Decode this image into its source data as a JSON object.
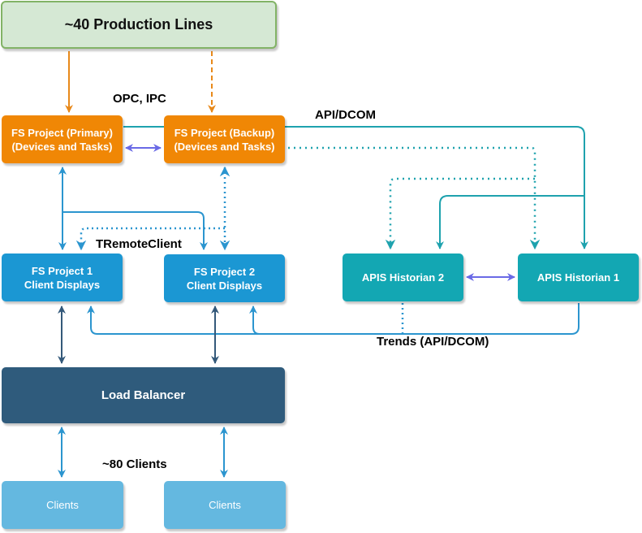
{
  "diagram": {
    "colors": {
      "production": "#d5e8d4",
      "production_border": "#82b366",
      "fs_project": "#f08705",
      "client_display": "#1b97d3",
      "historian": "#13a7b3",
      "load_balancer": "#2f5b7c",
      "clients": "#64b8e0",
      "edge_orange": "#e8891a",
      "edge_teal": "#1ea2ae",
      "edge_blue": "#2b95cf",
      "edge_dark": "#34597a",
      "edge_purple": "#6a6ae6"
    },
    "nodes": {
      "production": "~40 Production Lines",
      "fs_primary": "FS Project (Primary)\n(Devices and Tasks)",
      "fs_backup": "FS Project (Backup)\n(Devices and Tasks)",
      "client_display_1": "FS Project 1\nClient Displays",
      "client_display_2": "FS Project 2\nClient Displays",
      "historian_2": "APIS Historian 2",
      "historian_1": "APIS Historian 1",
      "load_balancer": "Load Balancer",
      "clients_a": "Clients",
      "clients_b": "Clients"
    },
    "labels": {
      "opc_ipc": "OPC, IPC",
      "api_dcom": "API/DCOM",
      "tremoteclient": "TRemoteClient",
      "trends": "Trends (API/DCOM)",
      "clients_count": "~80 Clients"
    },
    "edges": [
      {
        "from": "production",
        "to": "fs_primary",
        "style": "solid",
        "color": "orange",
        "label": "OPC, IPC"
      },
      {
        "from": "production",
        "to": "fs_backup",
        "style": "dashed",
        "color": "orange",
        "label": "OPC, IPC"
      },
      {
        "from": "fs_primary",
        "to": "fs_backup",
        "style": "solid",
        "color": "purple",
        "direction": "both"
      },
      {
        "from": "fs_primary",
        "to": "historian_1",
        "style": "solid",
        "color": "teal",
        "label": "API/DCOM"
      },
      {
        "from": "fs_primary",
        "to": "historian_2",
        "style": "solid",
        "color": "teal",
        "label": "API/DCOM"
      },
      {
        "from": "fs_backup",
        "to": "historian_1",
        "style": "dotted",
        "color": "teal"
      },
      {
        "from": "fs_backup",
        "to": "historian_2",
        "style": "dotted",
        "color": "teal"
      },
      {
        "from": "fs_primary",
        "to": "client_display_1",
        "style": "solid",
        "color": "blue",
        "direction": "both"
      },
      {
        "from": "fs_primary",
        "to": "client_display_2",
        "style": "solid",
        "color": "blue"
      },
      {
        "from": "fs_backup",
        "to": "client_display_1",
        "style": "dotted",
        "color": "blue",
        "label": "TRemoteClient"
      },
      {
        "from": "fs_backup",
        "to": "client_display_2",
        "style": "dotted",
        "color": "blue",
        "direction": "both"
      },
      {
        "from": "historian_2",
        "to": "historian_1",
        "style": "solid",
        "color": "purple",
        "direction": "both"
      },
      {
        "from": "historian_1",
        "to": "client_display_1",
        "style": "solid",
        "color": "blue",
        "label": "Trends (API/DCOM)"
      },
      {
        "from": "historian_1",
        "to": "client_display_2",
        "style": "solid",
        "color": "blue",
        "label": "Trends (API/DCOM)"
      },
      {
        "from": "historian_2",
        "to": "trends_bus",
        "style": "dotted",
        "color": "blue"
      },
      {
        "from": "client_display_1",
        "to": "load_balancer",
        "style": "solid",
        "color": "dark",
        "direction": "both"
      },
      {
        "from": "client_display_2",
        "to": "load_balancer",
        "style": "solid",
        "color": "dark",
        "direction": "both"
      },
      {
        "from": "load_balancer",
        "to": "clients_a",
        "style": "solid",
        "color": "blue",
        "direction": "both"
      },
      {
        "from": "load_balancer",
        "to": "clients_b",
        "style": "solid",
        "color": "blue",
        "direction": "both",
        "label": "~80 Clients"
      }
    ]
  }
}
